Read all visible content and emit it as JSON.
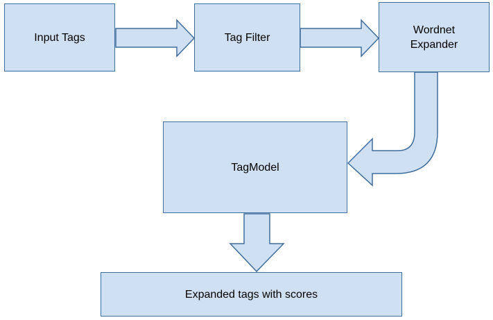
{
  "diagram": {
    "nodes": [
      {
        "id": "input-tags",
        "label": "Input Tags"
      },
      {
        "id": "tag-filter",
        "label": "Tag Filter"
      },
      {
        "id": "wordnet-expander",
        "label": "Wordnet\nExpander"
      },
      {
        "id": "tag-model",
        "label": "TagModel"
      },
      {
        "id": "expanded-tags",
        "label": "Expanded tags with scores"
      }
    ],
    "edges": [
      {
        "from": "input-tags",
        "to": "tag-filter"
      },
      {
        "from": "tag-filter",
        "to": "wordnet-expander"
      },
      {
        "from": "wordnet-expander",
        "to": "tag-model"
      },
      {
        "from": "tag-model",
        "to": "expanded-tags"
      }
    ]
  },
  "colors": {
    "box_fill": "#cfe0f2",
    "box_border": "#3f6e9c",
    "text": "#000000"
  }
}
